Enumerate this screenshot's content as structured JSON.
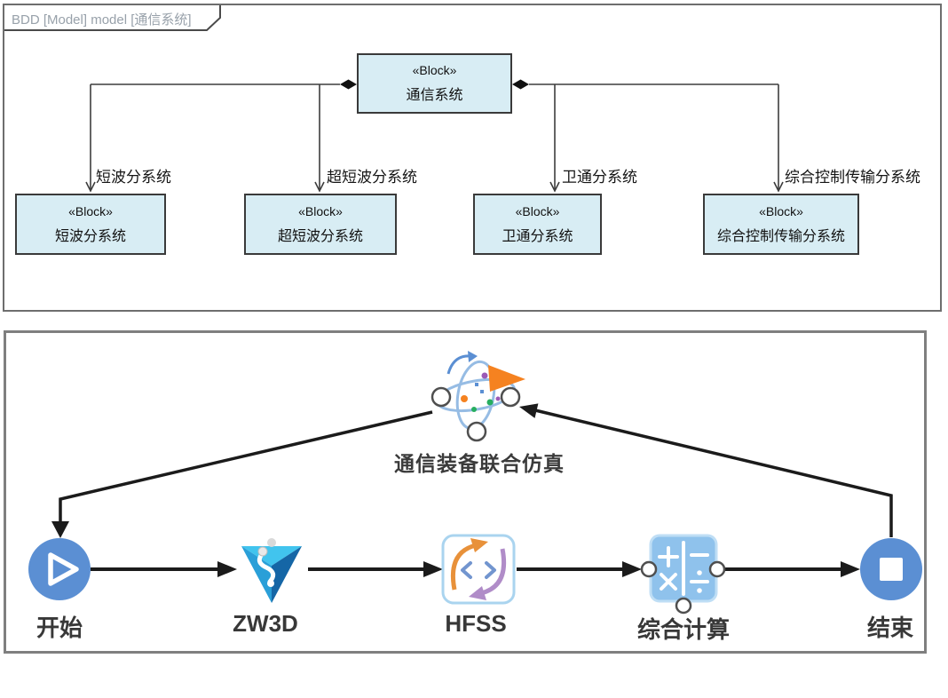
{
  "frame": {
    "title": "BDD [Model] model [通信系统]"
  },
  "bdd": {
    "root": {
      "stereotype": "«Block»",
      "name": "通信系统"
    },
    "children": [
      {
        "stereotype": "«Block»",
        "name": "短波分系统",
        "edge_label": "短波分系统"
      },
      {
        "stereotype": "«Block»",
        "name": "超短波分系统",
        "edge_label": "超短波分系统"
      },
      {
        "stereotype": "«Block»",
        "name": "卫通分系统",
        "edge_label": "卫通分系统"
      },
      {
        "stereotype": "«Block»",
        "name": "综合控制传输分系统",
        "edge_label": "综合控制传输分系统"
      }
    ],
    "relation": "composition",
    "colors": {
      "block_fill": "#d8edf4",
      "block_border": "#3a3a3a",
      "line": "#3d3d3d"
    }
  },
  "workflow": {
    "controller": {
      "label": "通信装备联合仿真",
      "icon": "simulation-orbit-icon"
    },
    "nodes": [
      {
        "label": "开始",
        "icon": "play-icon"
      },
      {
        "label": "ZW3D",
        "icon": "zw3d-prism-icon"
      },
      {
        "label": "HFSS",
        "icon": "hfss-arrows-icon"
      },
      {
        "label": "综合计算",
        "icon": "calculator-icon",
        "calc_symbols": [
          "+",
          "−",
          "×",
          "÷"
        ]
      },
      {
        "label": "结束",
        "icon": "stop-icon"
      }
    ],
    "colors": {
      "node_blue": "#5b8fd3",
      "line": "#1b1b1b",
      "orange": "#f58220",
      "purple": "#b08cc8",
      "calc_blue": "#8fc2ec",
      "hfss_border": "#aad4ef"
    }
  }
}
